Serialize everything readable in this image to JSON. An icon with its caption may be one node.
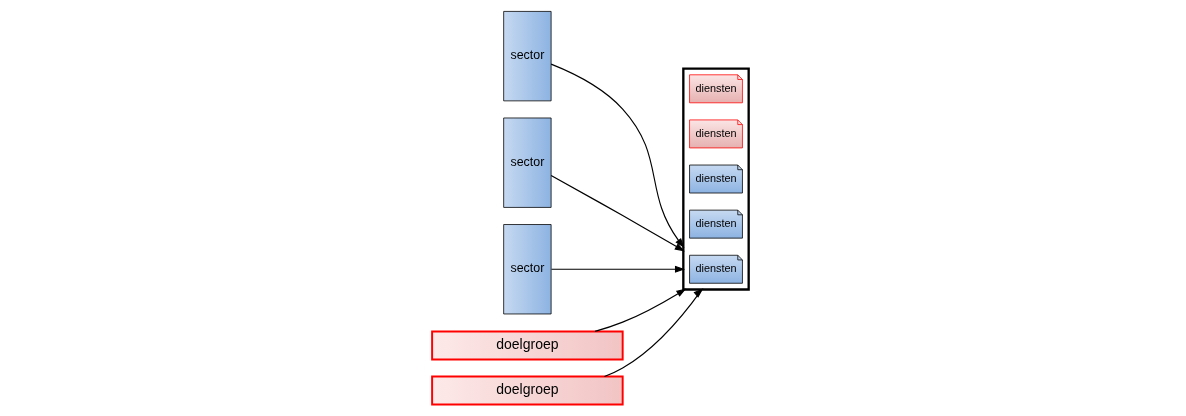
{
  "diagram": {
    "nodes": [
      {
        "text": [],
        "shape": "box"
      },
      {
        "text": [
          "diensten"
        ],
        "in": 0
      },
      {
        "text": [
          "diensten"
        ],
        "in": 0
      },
      {
        "text": [
          "diensten"
        ],
        "in": 0
      },
      {
        "text": [
          "diensten"
        ],
        "in": 0
      },
      {
        "text": [
          "diensten"
        ],
        "in": 0
      },
      {
        "text": [
          "sector"
        ]
      },
      {
        "text": [
          "sector"
        ]
      },
      {
        "text": [
          "sector"
        ]
      },
      {
        "text": [
          "doelgroep"
        ]
      },
      {
        "text": [
          "doelgroep"
        ]
      }
    ],
    "edges": [
      {
        "from": 6,
        "to": 0,
        "arrow": "to"
      },
      {
        "from": 7,
        "to": 0,
        "arrow": "to"
      },
      {
        "from": 8,
        "to": 0,
        "arrow": "to"
      },
      {
        "from": 9,
        "to": 0,
        "arrow": "to"
      },
      {
        "from": 10,
        "to": 0,
        "arrow": "to"
      }
    ]
  }
}
